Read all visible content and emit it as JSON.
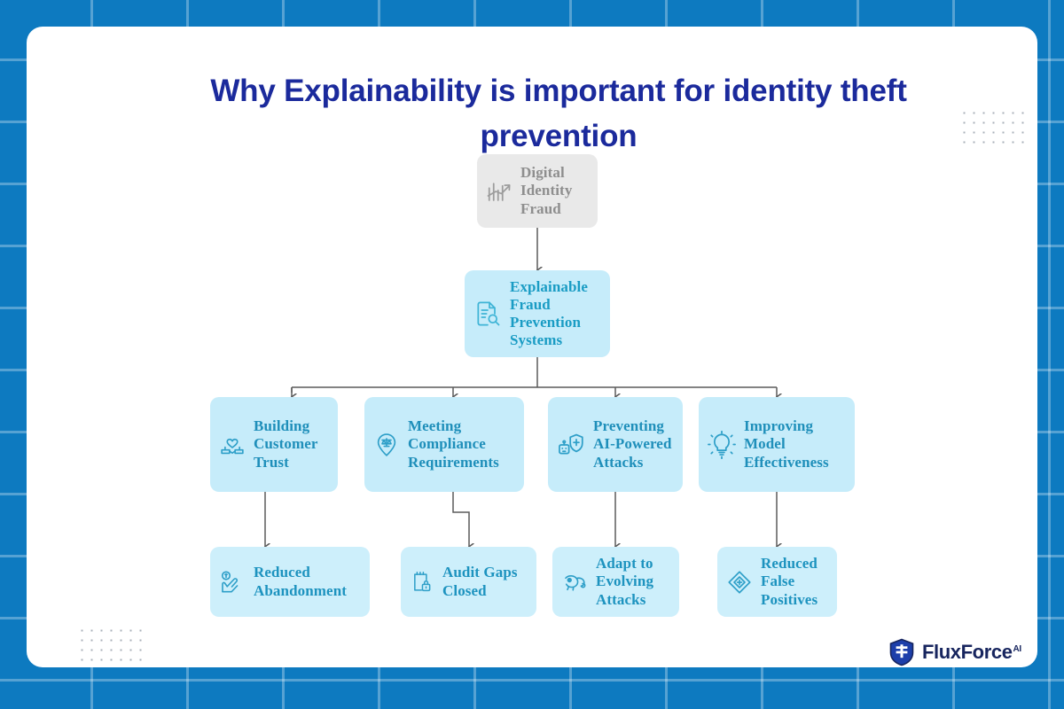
{
  "page": {
    "title": "Why Explainability is important for identity theft prevention",
    "background_color": "#0d7ac0",
    "card_color": "#ffffff",
    "title_color": "#1b2a9c"
  },
  "diagram": {
    "type": "flowchart",
    "root": {
      "label": "Digital Identity Fraud",
      "icon": "fraud-chart-icon",
      "bg_color": "#e9e9e9",
      "text_color": "#8e8e8e"
    },
    "hub": {
      "label": "Explainable Fraud Prevention Systems",
      "icon": "document-search-icon",
      "bg_color": "#c6ecfa",
      "text_color": "#1a9cc4"
    },
    "branches": [
      {
        "label": "Building Customer Trust",
        "icon": "handshake-heart-icon",
        "outcome": "Reduced Abandonment",
        "outcome_icon": "hand-money-icon"
      },
      {
        "label": "Meeting Compliance Requirements",
        "icon": "justice-scales-pin-icon",
        "outcome": "Audit Gaps Closed",
        "outcome_icon": "clipboard-lock-icon"
      },
      {
        "label": "Preventing AI-Powered Attacks",
        "icon": "robot-shield-icon",
        "outcome": "Adapt to Evolving Attacks",
        "outcome_icon": "chameleon-icon"
      },
      {
        "label": "Improving Model Effectiveness",
        "icon": "gear-bulb-icon",
        "outcome": "Reduced False Positives",
        "outcome_icon": "diamond-plus-icon"
      }
    ],
    "connector_color": "#5a5a5a"
  },
  "branding": {
    "logo_icon": "shield-logo-icon",
    "name": "FluxForce",
    "suffix": "AI",
    "color": "#17255e"
  }
}
